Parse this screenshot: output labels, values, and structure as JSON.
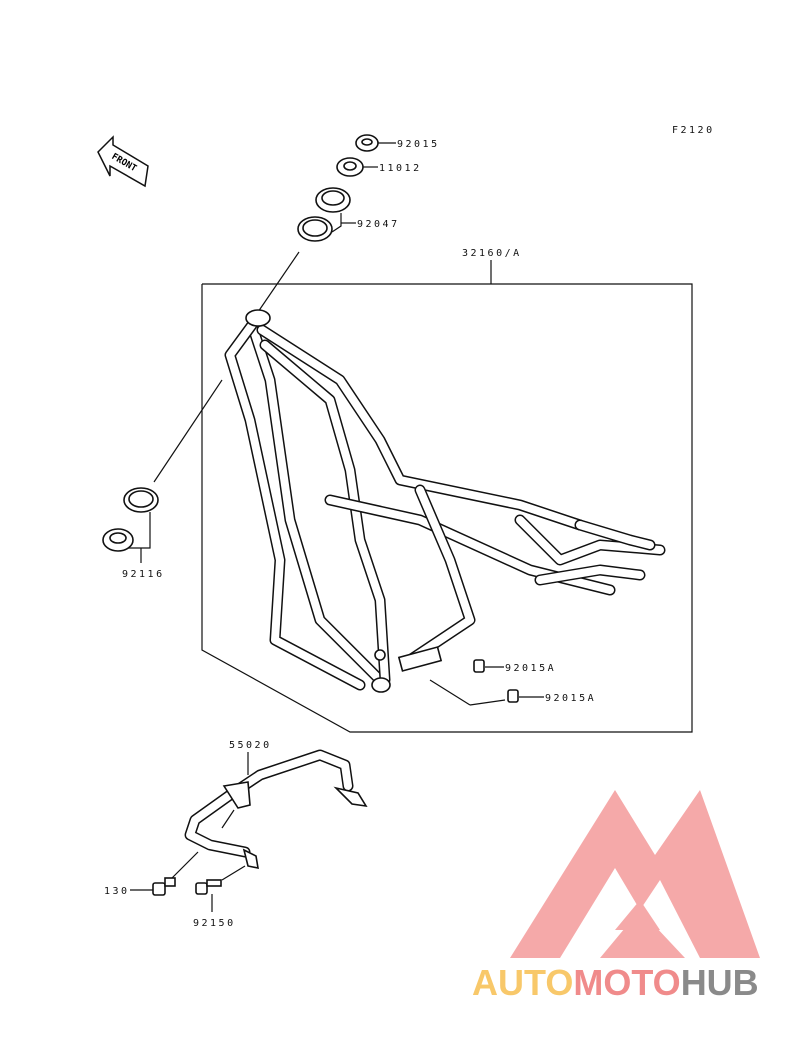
{
  "diagram": {
    "code": "F2120",
    "front_label": "FRONT",
    "parts": [
      {
        "number": "92015"
      },
      {
        "number": "11012"
      },
      {
        "number": "92047"
      },
      {
        "number": "32160/A"
      },
      {
        "number": "92116"
      },
      {
        "number": "92015A"
      },
      {
        "number": "92015A"
      },
      {
        "number": "55020"
      },
      {
        "number": "130"
      },
      {
        "number": "92150"
      }
    ]
  },
  "watermark": {
    "part1": "AUTO",
    "part2": "MOTO",
    "part3": "HUB",
    "colors": {
      "auto": "#f8c86a",
      "moto": "#f08b8b",
      "hub": "#8a8a8a",
      "logo": "#f4a0a0"
    }
  }
}
